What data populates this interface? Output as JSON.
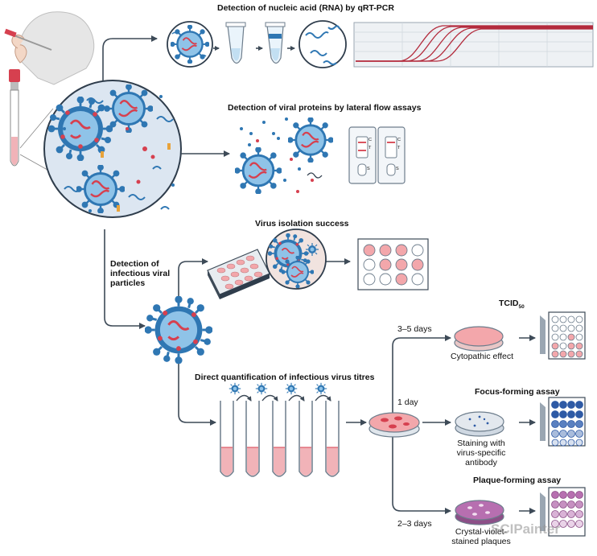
{
  "labels": {
    "qrtpcr": "Detection of nucleic acid (RNA) by qRT-PCR",
    "lateral_flow": "Detection of viral proteins by lateral flow assays",
    "isolation": "Virus isolation success",
    "infectious": "Detection of infectious viral particles",
    "direct_quant": "Direct quantification of infectious virus titres",
    "days_3_5": "3–5 days",
    "day_1": "1 day",
    "days_2_3": "2–3 days",
    "tcid": "TCID",
    "tcid_sub": "50",
    "cpe": "Cytopathic effect",
    "focus": "Focus-forming assay",
    "staining": "Staining with virus-specific antibody",
    "plaque": "Plaque-forming assay",
    "crystal": "Crystal-violet-stained plaques",
    "watermark": "SCIPainter"
  },
  "lateral_flow_marks": {
    "control": "C",
    "test": "T",
    "sample": "S"
  },
  "colors": {
    "arrow": "#3d4a57",
    "virus_blue": "#2f77b3",
    "virus_light": "#8fc3e8",
    "spike_red": "#d6404f",
    "tube_pink": "#f1b3b8",
    "dish_pink": "#f3a7ab",
    "plaque_purple": "#b76fb0",
    "focus_blue": "#2e5aa5",
    "pcr_curve": "#b32b3c"
  }
}
